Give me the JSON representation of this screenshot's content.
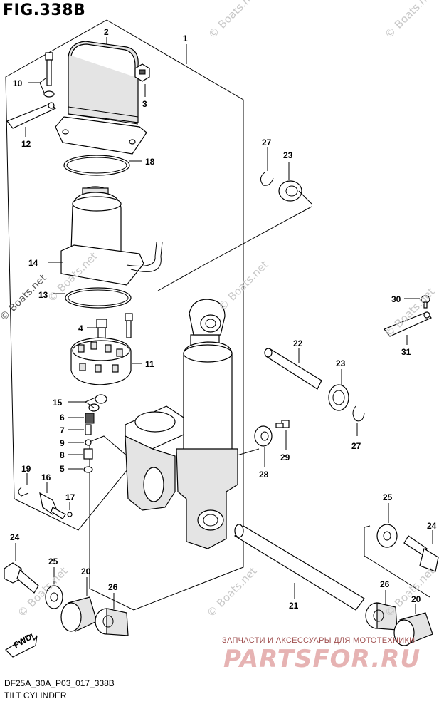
{
  "figure": {
    "title": "FIG.338B",
    "code": "DF25A_30A_P03_017_338B",
    "caption": "TILT CYLINDER"
  },
  "fwd_label": "FWD",
  "watermarks": {
    "boats": "© Boats.net"
  },
  "brand": {
    "tagline": "ЗАПЧАСТИ И АКСЕССУАРЫ ДЛЯ МОТОТЕХНИКИ",
    "logo": "PARTSFOR.RU"
  },
  "callouts": {
    "c1": "1",
    "c2": "2",
    "c3": "3",
    "c4": "4",
    "c5": "5",
    "c6": "6",
    "c7": "7",
    "c8": "8",
    "c9": "9",
    "c10": "10",
    "c11": "11",
    "c12": "12",
    "c13": "13",
    "c14": "14",
    "c15": "15",
    "c16": "16",
    "c17": "17",
    "c18": "18",
    "c19": "19",
    "c20a": "20",
    "c20b": "20",
    "c21": "21",
    "c22": "22",
    "c23a": "23",
    "c23b": "23",
    "c24a": "24",
    "c24b": "24",
    "c25a": "25",
    "c25b": "25",
    "c26a": "26",
    "c26b": "26",
    "c27a": "27",
    "c27b": "27",
    "c28": "28",
    "c29": "29",
    "c30": "30",
    "c31": "31"
  }
}
